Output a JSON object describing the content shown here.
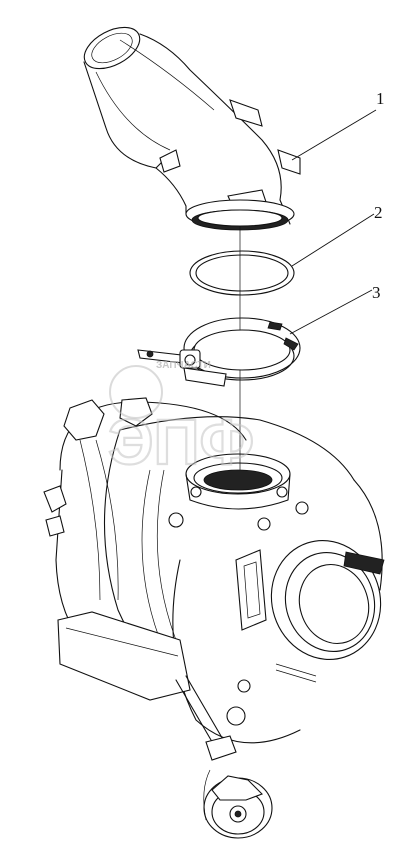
{
  "callouts": [
    {
      "label": "1",
      "part": "elbow-pipe"
    },
    {
      "label": "2",
      "part": "o-ring"
    },
    {
      "label": "3",
      "part": "v-band-clamp"
    }
  ],
  "watermark": {
    "big_letters": "ЭПФ",
    "small_text": "ЗАПЧАСТИ"
  }
}
